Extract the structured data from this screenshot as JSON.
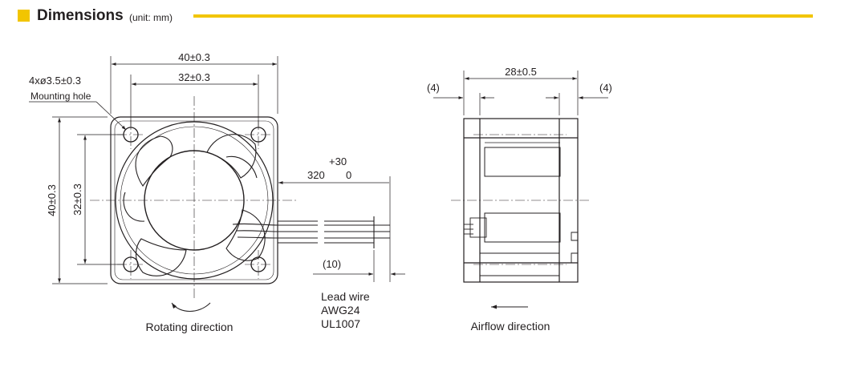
{
  "colors": {
    "accent": "#f2c500",
    "ink": "#231f20"
  },
  "header": {
    "title": "Dimensions",
    "unit": "(unit: mm)"
  },
  "front_view": {
    "dim_width_outer": "40±0.3",
    "dim_width_inner": "32±0.3",
    "dim_height_outer": "40±0.3",
    "dim_height_inner": "32±0.3",
    "mounting_hole_spec": "4xø3.5±0.3",
    "mounting_hole_label": "Mounting hole",
    "rotation_label": "Rotating direction"
  },
  "lead_wire": {
    "tolerance_plus": "+30",
    "length": "320",
    "tolerance_minus": "0",
    "strip_length": "(10)",
    "label_line1": "Lead wire",
    "label_line2": "AWG24",
    "label_line3": "UL1007"
  },
  "side_view": {
    "dim_depth": "28±0.5",
    "dim_left_offset": "(4)",
    "dim_right_offset": "(4)",
    "airflow_label": "Airflow direction"
  }
}
